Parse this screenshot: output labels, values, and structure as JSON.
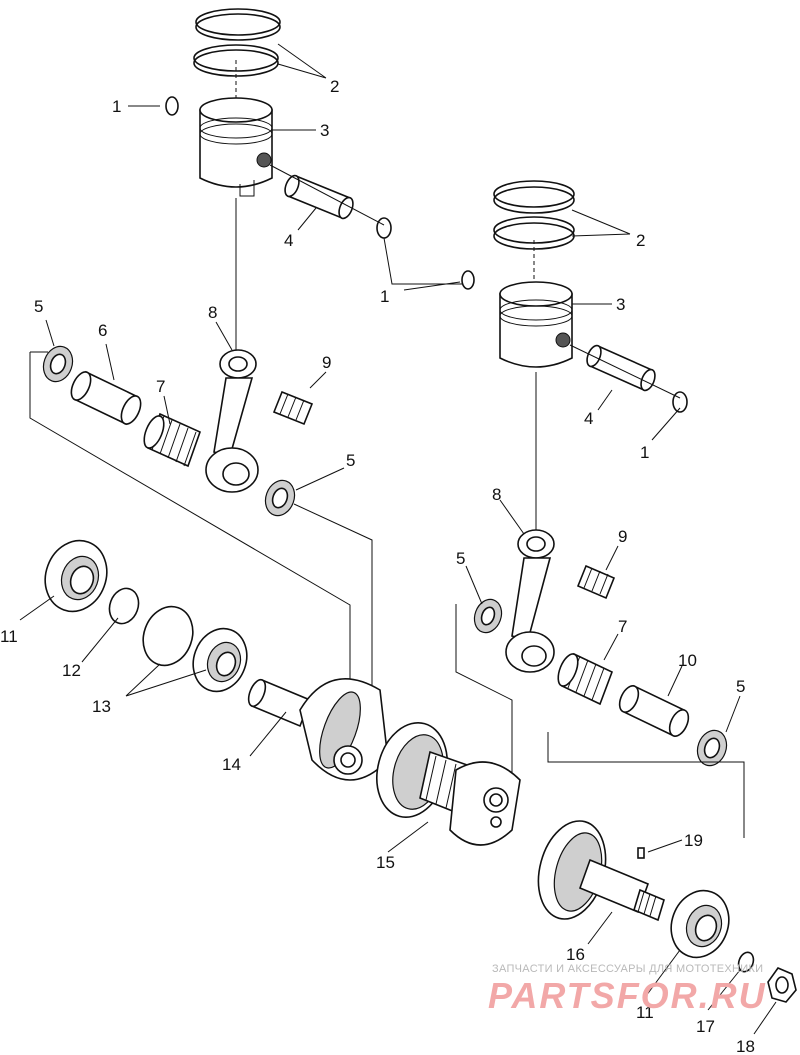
{
  "callouts": [
    "1",
    "1",
    "1",
    "2",
    "2",
    "3",
    "3",
    "4",
    "4",
    "5",
    "5",
    "5",
    "5",
    "6",
    "7",
    "7",
    "8",
    "8",
    "9",
    "9",
    "10",
    "11",
    "11",
    "12",
    "13",
    "14",
    "15",
    "16",
    "17",
    "18",
    "19"
  ],
  "watermark": {
    "caption": "ЗАПЧАСТИ И АКСЕССУАРЫ ДЛЯ МОТОТЕХНИКИ",
    "brand": "PARTSFOR.RU"
  }
}
